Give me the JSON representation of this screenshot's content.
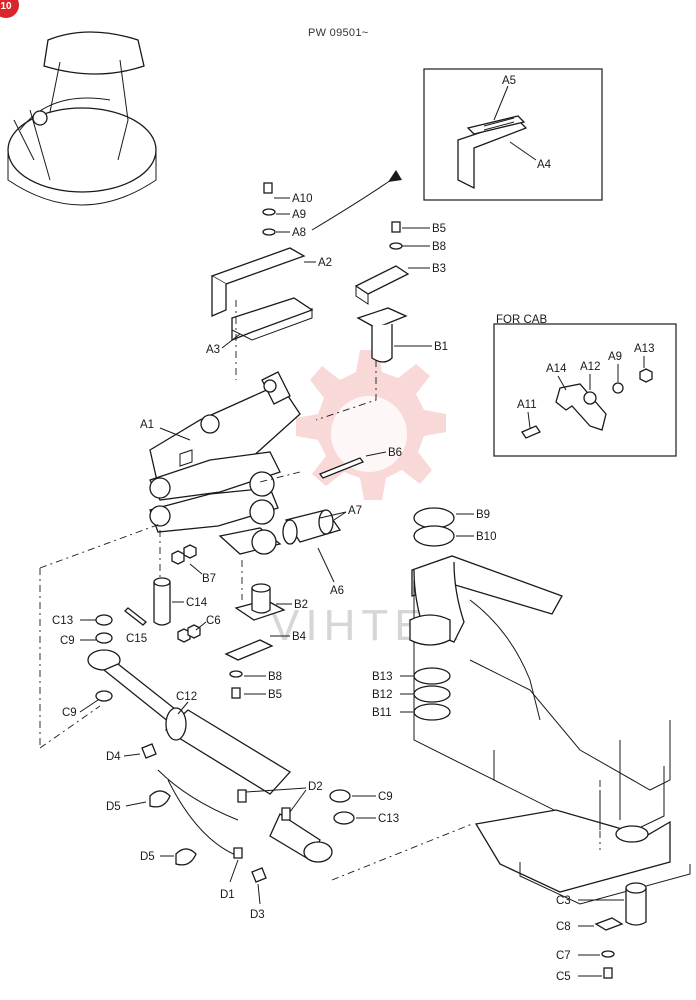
{
  "header": {
    "serial": "PW 09501~",
    "page_badge": "10"
  },
  "watermark": "VIHTEX",
  "inset_cab": {
    "title": "FOR CAB"
  },
  "labels": {
    "A1": "A1",
    "A2": "A2",
    "A3": "A3",
    "A4": "A4",
    "A5": "A5",
    "A6": "A6",
    "A7": "A7",
    "A8": "A8",
    "A9": "A9",
    "A10": "A10",
    "A11": "A11",
    "A12": "A12",
    "A13": "A13",
    "A14": "A14",
    "B1": "B1",
    "B2": "B2",
    "B3": "B3",
    "B4": "B4",
    "B5": "B5",
    "B5b": "B5",
    "B6": "B6",
    "B7": "B7",
    "B8": "B8",
    "B8b": "B8",
    "B9": "B9",
    "B10": "B10",
    "B11": "B11",
    "B12": "B12",
    "B13": "B13",
    "C3": "C3",
    "C5": "C5",
    "C6": "C6",
    "C7": "C7",
    "C8": "C8",
    "C9a": "C9",
    "C9b": "C9",
    "C9c": "C9",
    "C12": "C12",
    "C13a": "C13",
    "C13b": "C13",
    "C14": "C14",
    "C15": "C15",
    "D1": "D1",
    "D2": "D2",
    "D3": "D3",
    "D4": "D4",
    "D5a": "D5",
    "D5b": "D5"
  }
}
